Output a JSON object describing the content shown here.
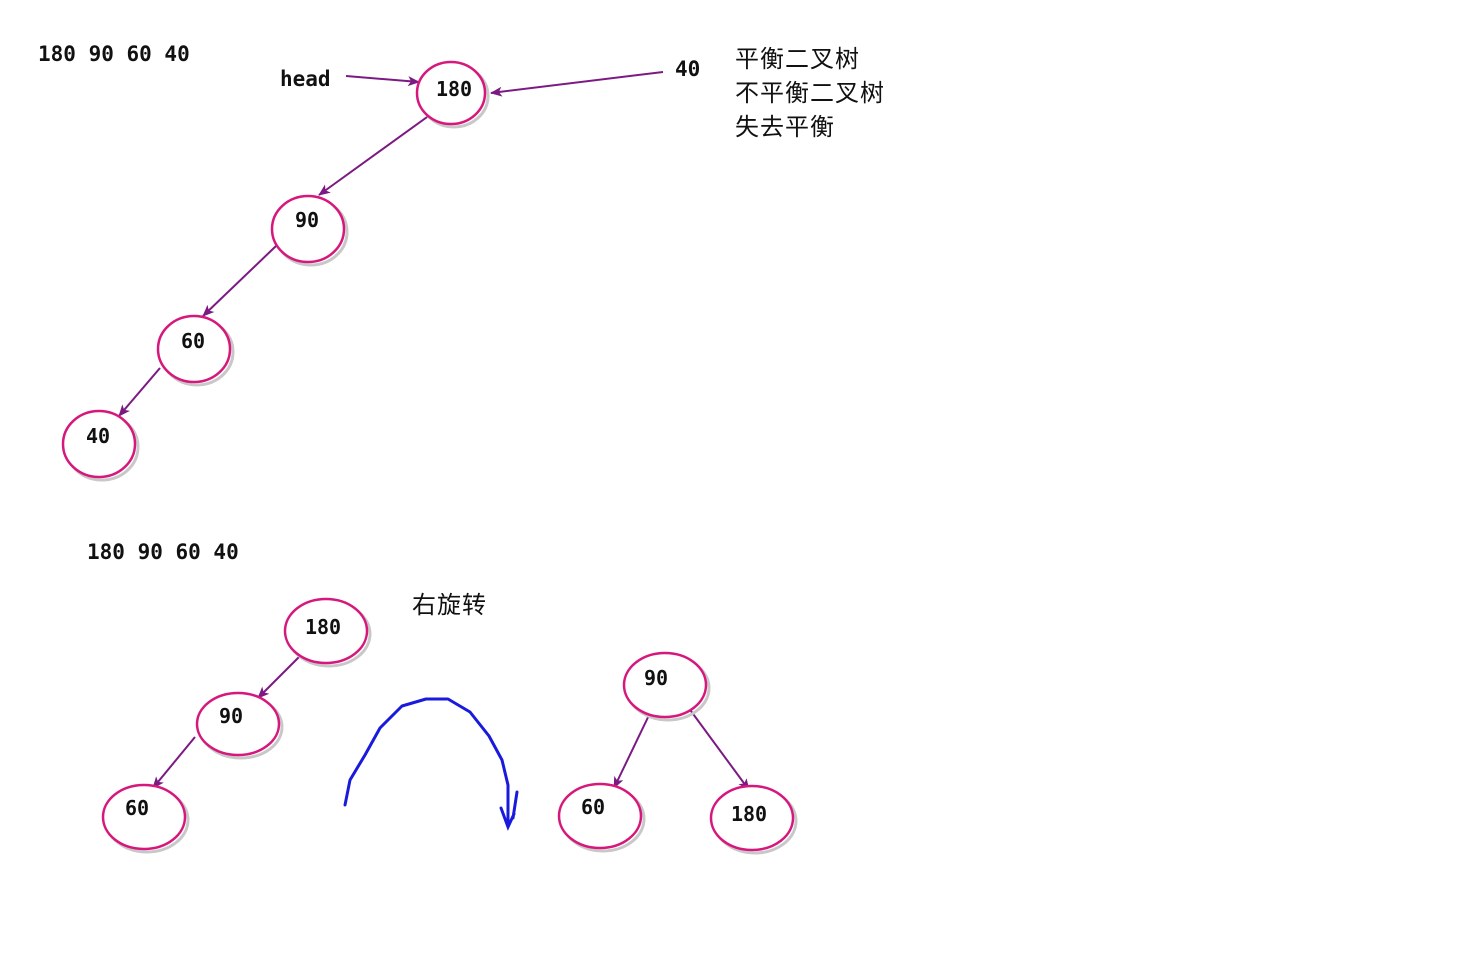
{
  "top": {
    "sequence": "180 90 60 40",
    "head_label": "head",
    "insert_label": "40",
    "notes": [
      "平衡二叉树",
      "不平衡二叉树",
      "失去平衡"
    ],
    "nodes": [
      "180",
      "90",
      "60",
      "40"
    ]
  },
  "bottom": {
    "sequence": "180 90 60 40",
    "rotation_label": "右旋转",
    "before_nodes": [
      "180",
      "90",
      "60"
    ],
    "after_nodes": [
      "90",
      "60",
      "180"
    ]
  },
  "colors": {
    "node_stroke": "#d6177c",
    "edge": "#7b1a82",
    "rotation_arrow": "#1a1adc"
  }
}
